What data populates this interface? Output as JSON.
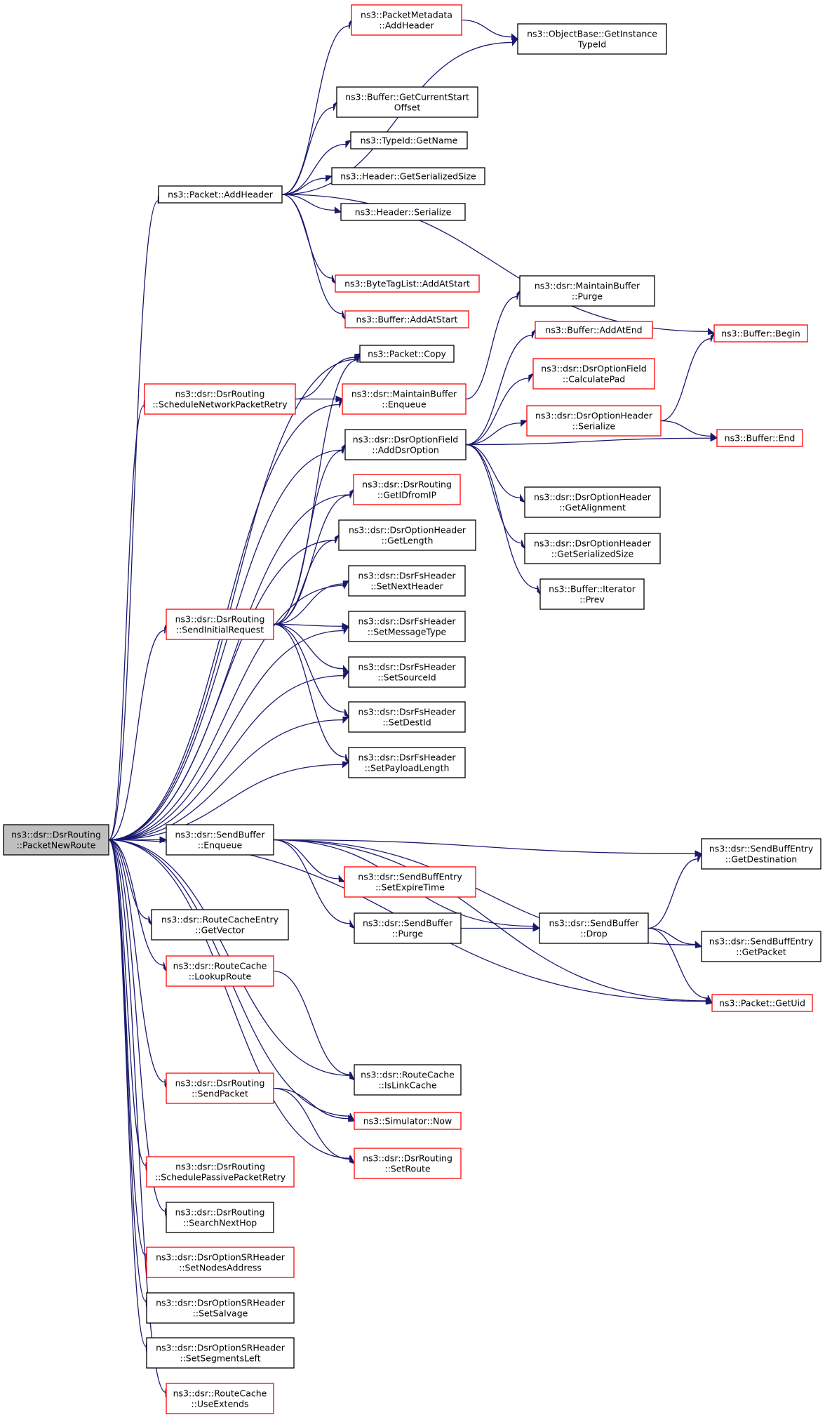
{
  "colors": {
    "edge": "#191970",
    "normal_border": "#000000",
    "truncated_border": "#ff0000",
    "root_fill": "#bfbfbf"
  },
  "nodes": [
    {
      "id": "root",
      "lines": [
        "ns3::dsr::DsrRouting",
        "::PacketNewRoute"
      ],
      "style": "root"
    },
    {
      "id": "pkt_addheader",
      "lines": [
        "ns3::Packet::AddHeader"
      ],
      "style": "normal"
    },
    {
      "id": "pktmeta_addheader",
      "lines": [
        "ns3::PacketMetadata",
        "::AddHeader"
      ],
      "style": "red"
    },
    {
      "id": "objbase_typeid",
      "lines": [
        "ns3::ObjectBase::GetInstance",
        "TypeId"
      ],
      "style": "normal"
    },
    {
      "id": "buf_curstart",
      "lines": [
        "ns3::Buffer::GetCurrentStart",
        "Offset"
      ],
      "style": "normal"
    },
    {
      "id": "typeid_getname",
      "lines": [
        "ns3::TypeId::GetName"
      ],
      "style": "normal"
    },
    {
      "id": "hdr_serialsize",
      "lines": [
        "ns3::Header::GetSerializedSize"
      ],
      "style": "normal"
    },
    {
      "id": "hdr_serialize",
      "lines": [
        "ns3::Header::Serialize"
      ],
      "style": "normal"
    },
    {
      "id": "bytetag_addatstart",
      "lines": [
        "ns3::ByteTagList::AddAtStart"
      ],
      "style": "red"
    },
    {
      "id": "buf_addatstart",
      "lines": [
        "ns3::Buffer::AddAtStart"
      ],
      "style": "red"
    },
    {
      "id": "buf_begin",
      "lines": [
        "ns3::Buffer::Begin"
      ],
      "style": "red"
    },
    {
      "id": "maintbuf_purge",
      "lines": [
        "ns3::dsr::MaintainBuffer",
        "::Purge"
      ],
      "style": "normal"
    },
    {
      "id": "pkt_copy",
      "lines": [
        "ns3::Packet::Copy"
      ],
      "style": "normal"
    },
    {
      "id": "buf_addatend",
      "lines": [
        "ns3::Buffer::AddAtEnd"
      ],
      "style": "red"
    },
    {
      "id": "sched_netretry",
      "lines": [
        "ns3::dsr::DsrRouting",
        "::ScheduleNetworkPacketRetry"
      ],
      "style": "red"
    },
    {
      "id": "maintbuf_enqueue",
      "lines": [
        "ns3::dsr::MaintainBuffer",
        "::Enqueue"
      ],
      "style": "red"
    },
    {
      "id": "optfield_calcpad",
      "lines": [
        "ns3::dsr::DsrOptionField",
        "::CalculatePad"
      ],
      "style": "red"
    },
    {
      "id": "opthdr_serialize",
      "lines": [
        "ns3::dsr::DsrOptionHeader",
        "::Serialize"
      ],
      "style": "red"
    },
    {
      "id": "optfield_adddsr",
      "lines": [
        "ns3::dsr::DsrOptionField",
        "::AddDsrOption"
      ],
      "style": "normal"
    },
    {
      "id": "buf_end",
      "lines": [
        "ns3::Buffer::End"
      ],
      "style": "red"
    },
    {
      "id": "getidfromip",
      "lines": [
        "ns3::dsr::DsrRouting",
        "::GetIDfromIP"
      ],
      "style": "red"
    },
    {
      "id": "opthdr_getalign",
      "lines": [
        "ns3::dsr::DsrOptionHeader",
        "::GetAlignment"
      ],
      "style": "normal"
    },
    {
      "id": "opthdr_getlength",
      "lines": [
        "ns3::dsr::DsrOptionHeader",
        "::GetLength"
      ],
      "style": "normal"
    },
    {
      "id": "opthdr_getserialsize",
      "lines": [
        "ns3::dsr::DsrOptionHeader",
        "::GetSerializedSize"
      ],
      "style": "normal"
    },
    {
      "id": "fshdr_setnext",
      "lines": [
        "ns3::dsr::DsrFsHeader",
        "::SetNextHeader"
      ],
      "style": "normal"
    },
    {
      "id": "bufiter_prev",
      "lines": [
        "ns3::Buffer::Iterator",
        "::Prev"
      ],
      "style": "normal"
    },
    {
      "id": "send_initreq",
      "lines": [
        "ns3::dsr::DsrRouting",
        "::SendInitialRequest"
      ],
      "style": "red"
    },
    {
      "id": "fshdr_setmsgtype",
      "lines": [
        "ns3::dsr::DsrFsHeader",
        "::SetMessageType"
      ],
      "style": "normal"
    },
    {
      "id": "fshdr_setsrcid",
      "lines": [
        "ns3::dsr::DsrFsHeader",
        "::SetSourceId"
      ],
      "style": "normal"
    },
    {
      "id": "fshdr_setdestid",
      "lines": [
        "ns3::dsr::DsrFsHeader",
        "::SetDestId"
      ],
      "style": "normal"
    },
    {
      "id": "fshdr_setpayload",
      "lines": [
        "ns3::dsr::DsrFsHeader",
        "::SetPayloadLength"
      ],
      "style": "normal"
    },
    {
      "id": "sendbuf_enqueue",
      "lines": [
        "ns3::dsr::SendBuffer",
        "::Enqueue"
      ],
      "style": "normal"
    },
    {
      "id": "sbe_getdest",
      "lines": [
        "ns3::dsr::SendBuffEntry",
        "::GetDestination"
      ],
      "style": "normal"
    },
    {
      "id": "sbe_setexpire",
      "lines": [
        "ns3::dsr::SendBuffEntry",
        "::SetExpireTime"
      ],
      "style": "red"
    },
    {
      "id": "rce_getvector",
      "lines": [
        "ns3::dsr::RouteCacheEntry",
        "::GetVector"
      ],
      "style": "normal"
    },
    {
      "id": "sendbuf_purge",
      "lines": [
        "ns3::dsr::SendBuffer",
        "::Purge"
      ],
      "style": "normal"
    },
    {
      "id": "sendbuf_drop",
      "lines": [
        "ns3::dsr::SendBuffer",
        "::Drop"
      ],
      "style": "normal"
    },
    {
      "id": "sbe_getpacket",
      "lines": [
        "ns3::dsr::SendBuffEntry",
        "::GetPacket"
      ],
      "style": "normal"
    },
    {
      "id": "rc_lookup",
      "lines": [
        "ns3::dsr::RouteCache",
        "::LookupRoute"
      ],
      "style": "red"
    },
    {
      "id": "pkt_getuid",
      "lines": [
        "ns3::Packet::GetUid"
      ],
      "style": "red"
    },
    {
      "id": "rc_islinkcache",
      "lines": [
        "ns3::dsr::RouteCache",
        "::IsLinkCache"
      ],
      "style": "normal"
    },
    {
      "id": "send_packet",
      "lines": [
        "ns3::dsr::DsrRouting",
        "::SendPacket"
      ],
      "style": "red"
    },
    {
      "id": "sim_now",
      "lines": [
        "ns3::Simulator::Now"
      ],
      "style": "red"
    },
    {
      "id": "set_route",
      "lines": [
        "ns3::dsr::DsrRouting",
        "::SetRoute"
      ],
      "style": "red"
    },
    {
      "id": "sched_passive",
      "lines": [
        "ns3::dsr::DsrRouting",
        "::SchedulePassivePacketRetry"
      ],
      "style": "red"
    },
    {
      "id": "search_nexthop",
      "lines": [
        "ns3::dsr::DsrRouting",
        "::SearchNextHop"
      ],
      "style": "normal"
    },
    {
      "id": "srhdr_setnodes",
      "lines": [
        "ns3::dsr::DsrOptionSRHeader",
        "::SetNodesAddress"
      ],
      "style": "red"
    },
    {
      "id": "srhdr_setsalvage",
      "lines": [
        "ns3::dsr::DsrOptionSRHeader",
        "::SetSalvage"
      ],
      "style": "normal"
    },
    {
      "id": "srhdr_setsegleft",
      "lines": [
        "ns3::dsr::DsrOptionSRHeader",
        "::SetSegmentsLeft"
      ],
      "style": "normal"
    },
    {
      "id": "rc_useextends",
      "lines": [
        "ns3::dsr::RouteCache",
        "::UseExtends"
      ],
      "style": "red"
    }
  ],
  "edges": [
    [
      "root",
      "pkt_addheader"
    ],
    [
      "root",
      "pkt_copy"
    ],
    [
      "root",
      "sched_netretry"
    ],
    [
      "root",
      "maintbuf_enqueue"
    ],
    [
      "root",
      "optfield_adddsr"
    ],
    [
      "root",
      "getidfromip"
    ],
    [
      "root",
      "opthdr_getlength"
    ],
    [
      "root",
      "fshdr_setnext"
    ],
    [
      "root",
      "send_initreq"
    ],
    [
      "root",
      "fshdr_setmsgtype"
    ],
    [
      "root",
      "fshdr_setsrcid"
    ],
    [
      "root",
      "fshdr_setdestid"
    ],
    [
      "root",
      "fshdr_setpayload"
    ],
    [
      "root",
      "sendbuf_enqueue"
    ],
    [
      "root",
      "rce_getvector"
    ],
    [
      "root",
      "rc_lookup"
    ],
    [
      "root",
      "rc_islinkcache"
    ],
    [
      "root",
      "send_packet"
    ],
    [
      "root",
      "sim_now"
    ],
    [
      "root",
      "set_route"
    ],
    [
      "root",
      "sched_passive"
    ],
    [
      "root",
      "search_nexthop"
    ],
    [
      "root",
      "srhdr_setnodes"
    ],
    [
      "root",
      "srhdr_setsalvage"
    ],
    [
      "root",
      "srhdr_setsegleft"
    ],
    [
      "root",
      "rc_useextends"
    ],
    [
      "root",
      "pkt_getuid"
    ],
    [
      "pkt_addheader",
      "pktmeta_addheader"
    ],
    [
      "pkt_addheader",
      "objbase_typeid"
    ],
    [
      "pkt_addheader",
      "buf_curstart"
    ],
    [
      "pkt_addheader",
      "typeid_getname"
    ],
    [
      "pkt_addheader",
      "hdr_serialsize"
    ],
    [
      "pkt_addheader",
      "hdr_serialize"
    ],
    [
      "pkt_addheader",
      "bytetag_addatstart"
    ],
    [
      "pkt_addheader",
      "buf_addatstart"
    ],
    [
      "pkt_addheader",
      "buf_begin"
    ],
    [
      "pktmeta_addheader",
      "objbase_typeid"
    ],
    [
      "sched_netretry",
      "pkt_copy"
    ],
    [
      "sched_netretry",
      "maintbuf_enqueue"
    ],
    [
      "maintbuf_enqueue",
      "maintbuf_purge"
    ],
    [
      "optfield_adddsr",
      "buf_addatend"
    ],
    [
      "optfield_adddsr",
      "optfield_calcpad"
    ],
    [
      "optfield_adddsr",
      "opthdr_serialize"
    ],
    [
      "optfield_adddsr",
      "buf_end"
    ],
    [
      "optfield_adddsr",
      "opthdr_getalign"
    ],
    [
      "optfield_adddsr",
      "opthdr_getserialsize"
    ],
    [
      "optfield_adddsr",
      "bufiter_prev"
    ],
    [
      "opthdr_serialize",
      "buf_begin"
    ],
    [
      "opthdr_serialize",
      "buf_end"
    ],
    [
      "send_initreq",
      "pkt_copy"
    ],
    [
      "send_initreq",
      "optfield_adddsr"
    ],
    [
      "send_initreq",
      "getidfromip"
    ],
    [
      "send_initreq",
      "opthdr_getlength"
    ],
    [
      "send_initreq",
      "fshdr_setnext"
    ],
    [
      "send_initreq",
      "fshdr_setmsgtype"
    ],
    [
      "send_initreq",
      "fshdr_setsrcid"
    ],
    [
      "send_initreq",
      "fshdr_setdestid"
    ],
    [
      "send_initreq",
      "fshdr_setpayload"
    ],
    [
      "sendbuf_enqueue",
      "sbe_getdest"
    ],
    [
      "sendbuf_enqueue",
      "sbe_setexpire"
    ],
    [
      "sendbuf_enqueue",
      "sendbuf_purge"
    ],
    [
      "sendbuf_enqueue",
      "sendbuf_drop"
    ],
    [
      "sendbuf_enqueue",
      "sbe_getpacket"
    ],
    [
      "sendbuf_enqueue",
      "pkt_getuid"
    ],
    [
      "sendbuf_purge",
      "sendbuf_drop"
    ],
    [
      "sendbuf_drop",
      "sbe_getdest"
    ],
    [
      "sendbuf_drop",
      "sbe_getpacket"
    ],
    [
      "sendbuf_drop",
      "pkt_getuid"
    ],
    [
      "rc_lookup",
      "rc_islinkcache"
    ],
    [
      "send_packet",
      "sim_now"
    ],
    [
      "send_packet",
      "set_route"
    ]
  ]
}
